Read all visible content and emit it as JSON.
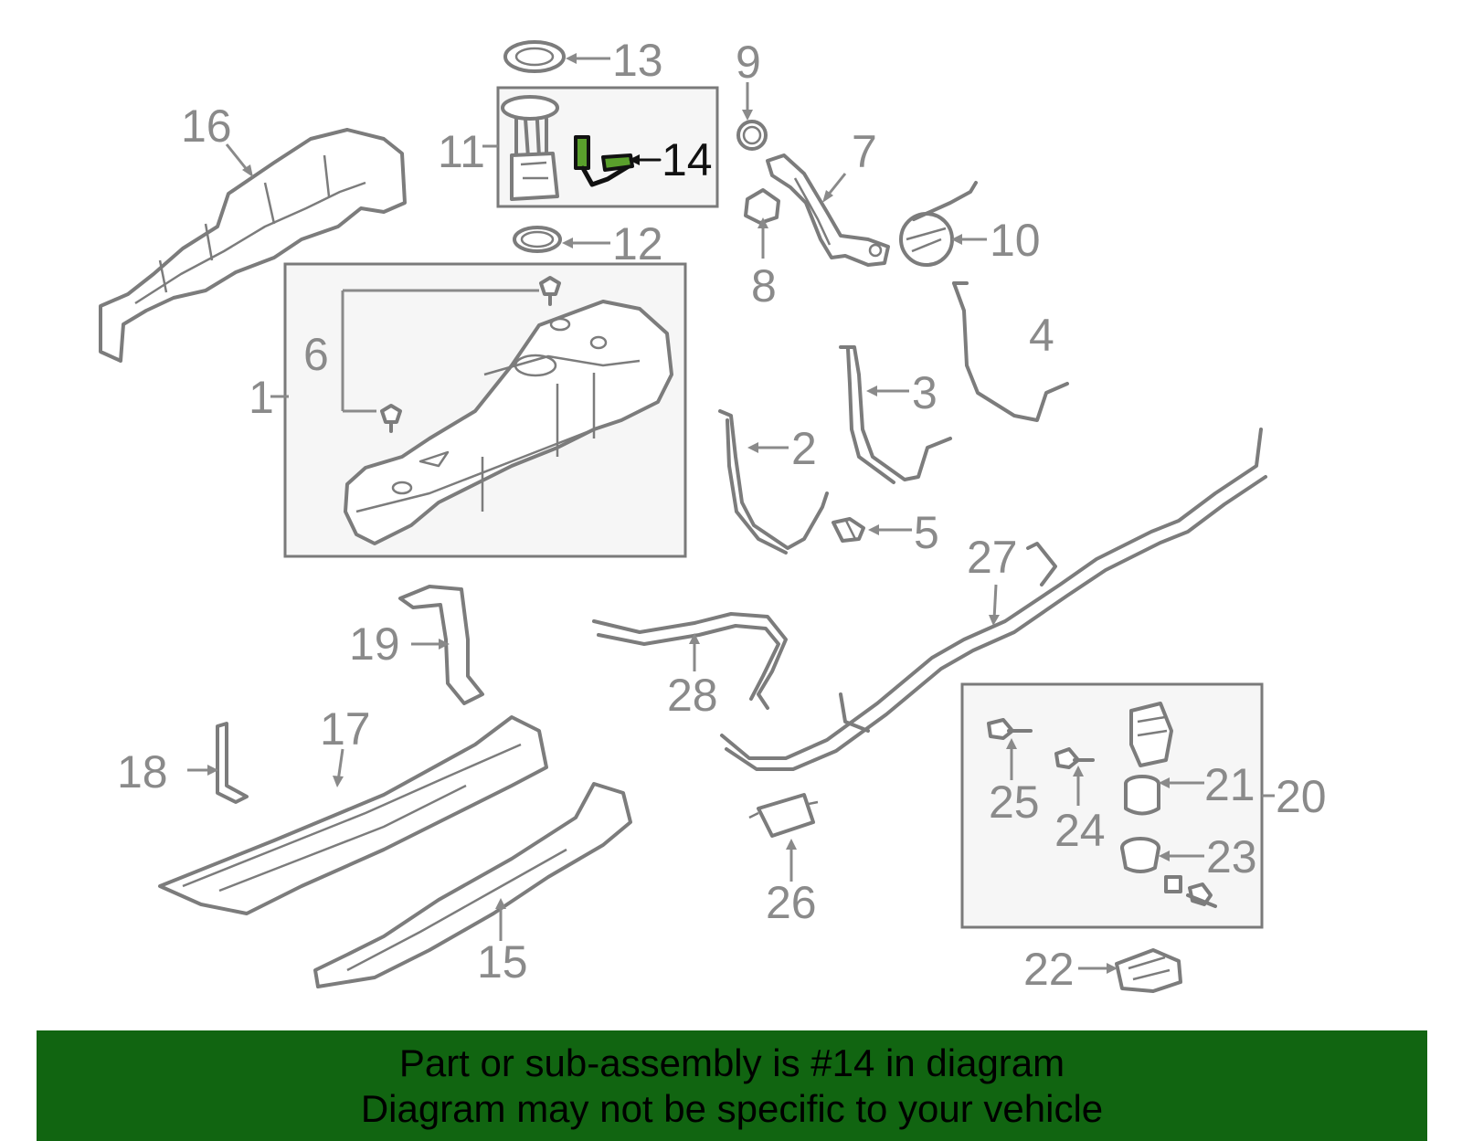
{
  "diagram": {
    "highlighted_part": "14",
    "colors": {
      "highlight": "#5aa02c",
      "banner": "#116511",
      "line": "#7c7c7c",
      "label": "#8a8a8a"
    },
    "callouts": {
      "c1": "1",
      "c2": "2",
      "c3": "3",
      "c4": "4",
      "c5": "5",
      "c6": "6",
      "c7": "7",
      "c8": "8",
      "c9": "9",
      "c10": "10",
      "c11": "11",
      "c12": "12",
      "c13": "13",
      "c14": "14",
      "c15": "15",
      "c16": "16",
      "c17": "17",
      "c18": "18",
      "c19": "19",
      "c20": "20",
      "c21": "21",
      "c22": "22",
      "c23": "23",
      "c24": "24",
      "c25": "25",
      "c26": "26",
      "c27": "27",
      "c28": "28"
    }
  },
  "footer": {
    "line1": "Part or sub-assembly is #14 in diagram",
    "line2": "Diagram may not be specific to your vehicle"
  }
}
